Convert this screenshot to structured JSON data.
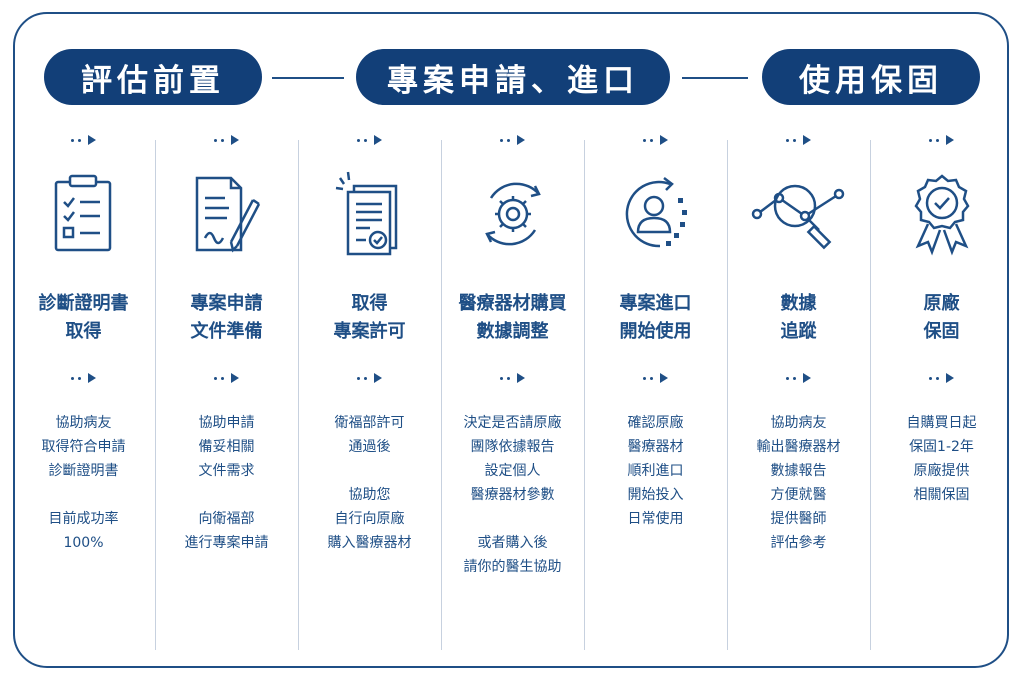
{
  "phases": [
    {
      "label": "評估前置"
    },
    {
      "label": "專案申請、進口"
    },
    {
      "label": "使用保固"
    }
  ],
  "steps": [
    {
      "icon": "checklist-clipboard-icon",
      "title": [
        "診斷證明書",
        "取得"
      ],
      "desc": [
        "協助病友",
        "取得符合申請",
        "診斷證明書",
        "",
        "目前成功率",
        "100%"
      ]
    },
    {
      "icon": "document-signing-icon",
      "title": [
        "專案申請",
        "文件準備"
      ],
      "desc": [
        "協助申請",
        "備妥相關",
        "文件需求",
        "",
        "向衛福部",
        "進行專案申請"
      ]
    },
    {
      "icon": "approved-document-icon",
      "title": [
        "取得",
        "專案許可"
      ],
      "desc": [
        "衛福部許可",
        "通過後",
        "",
        "協助您",
        "自行向原廠",
        "購入醫療器材"
      ]
    },
    {
      "icon": "gear-cycle-icon",
      "title": [
        "醫療器材購買",
        "數據調整"
      ],
      "desc": [
        "決定是否請原廠",
        "團隊依據報告",
        "設定個人",
        "醫療器材參數",
        "",
        "或者購入後",
        "請你的醫生協助"
      ]
    },
    {
      "icon": "user-progress-icon",
      "title": [
        "專案進口",
        "開始使用"
      ],
      "desc": [
        "確認原廠",
        "醫療器材",
        "順利進口",
        "開始投入",
        "日常使用"
      ]
    },
    {
      "icon": "data-tracking-icon",
      "title": [
        "數據",
        "追蹤"
      ],
      "desc": [
        "協助病友",
        "輸出醫療器材",
        "數據報告",
        "方便就醫",
        "提供醫師",
        "評估參考"
      ]
    },
    {
      "icon": "warranty-badge-icon",
      "title": [
        "原廠",
        "保固"
      ],
      "desc": [
        "自購買日起",
        "保固1-2年",
        "原廠提供",
        "相關保固"
      ]
    }
  ]
}
